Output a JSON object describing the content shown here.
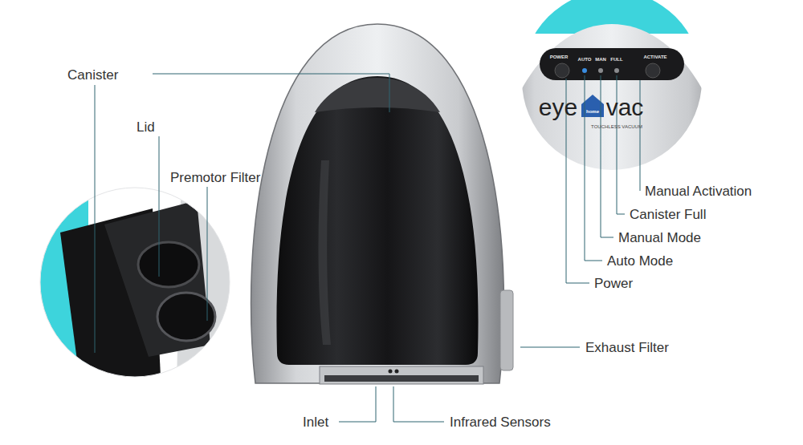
{
  "diagram": {
    "labels": [
      "Canister",
      "Lid",
      "Premotor Filter",
      "POWER",
      "AUTO",
      "MAN",
      "FULL",
      "ACTIVATE",
      "eye",
      "home",
      "vac",
      "TOUCHLESS VACUUM",
      "Manual Activation",
      "Canister Full",
      "Manual Mode",
      "Auto Mode",
      "Power",
      "Exhaust Filter",
      "Inlet",
      "Infrared Sensors"
    ]
  }
}
